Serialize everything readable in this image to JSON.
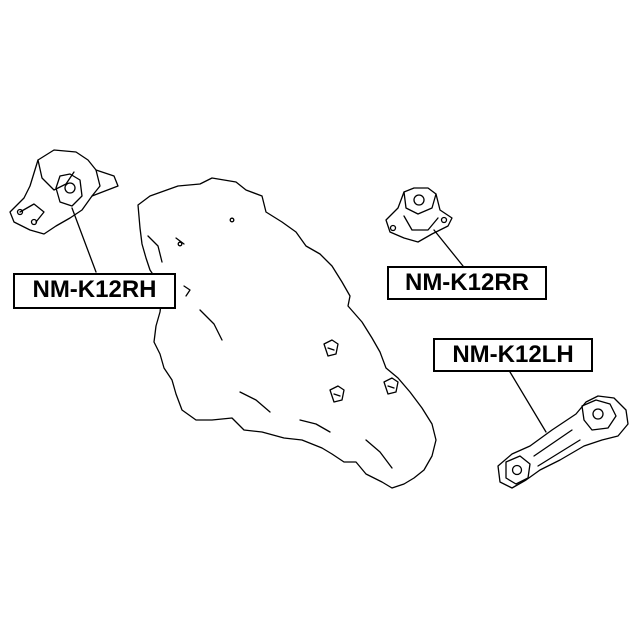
{
  "labels": {
    "rh": "NM-K12RH",
    "rr": "NM-K12RR",
    "lh": "NM-K12LH"
  },
  "colors": {
    "line": "#000000",
    "background": "#ffffff"
  }
}
